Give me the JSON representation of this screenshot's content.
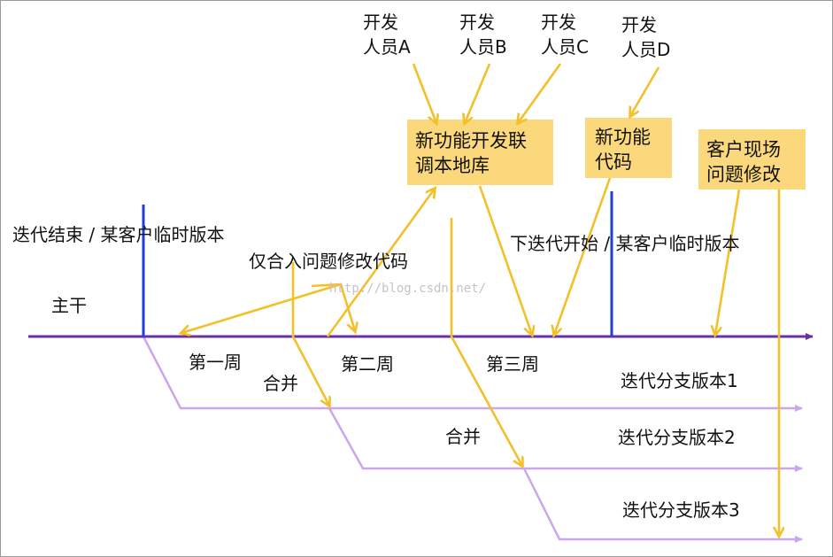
{
  "developers": {
    "a": [
      "开发",
      "人员A"
    ],
    "b": [
      "开发",
      "人员B"
    ],
    "c": [
      "开发",
      "人员C"
    ],
    "d": [
      "开发",
      "人员D"
    ]
  },
  "boxes": {
    "local_repo": [
      "新功能开发联",
      "调本地库"
    ],
    "new_code": [
      "新功能",
      "代码"
    ],
    "field_fix": [
      "客户现场",
      "问题修改"
    ]
  },
  "labels": {
    "iteration_end": "迭代结束 / 某客户临时版本",
    "merge_only_fix": "仅合入问题修改代码",
    "next_iteration": "下迭代开始 / 某客户临时版本",
    "trunk": "主干",
    "week1": "第一周",
    "week2": "第二周",
    "week3": "第三周",
    "merge1": "合并",
    "merge2": "合并",
    "branch1": "迭代分支版本1",
    "branch2": "迭代分支版本2",
    "branch3": "迭代分支版本3"
  },
  "watermark": "http://blog.csdn.net/",
  "colors": {
    "trunk": "#6b2fa6",
    "branch": "#c9a6ee",
    "arrow": "#f3c02a",
    "box": "#fbd87c",
    "marker": "#1f3fd6"
  }
}
